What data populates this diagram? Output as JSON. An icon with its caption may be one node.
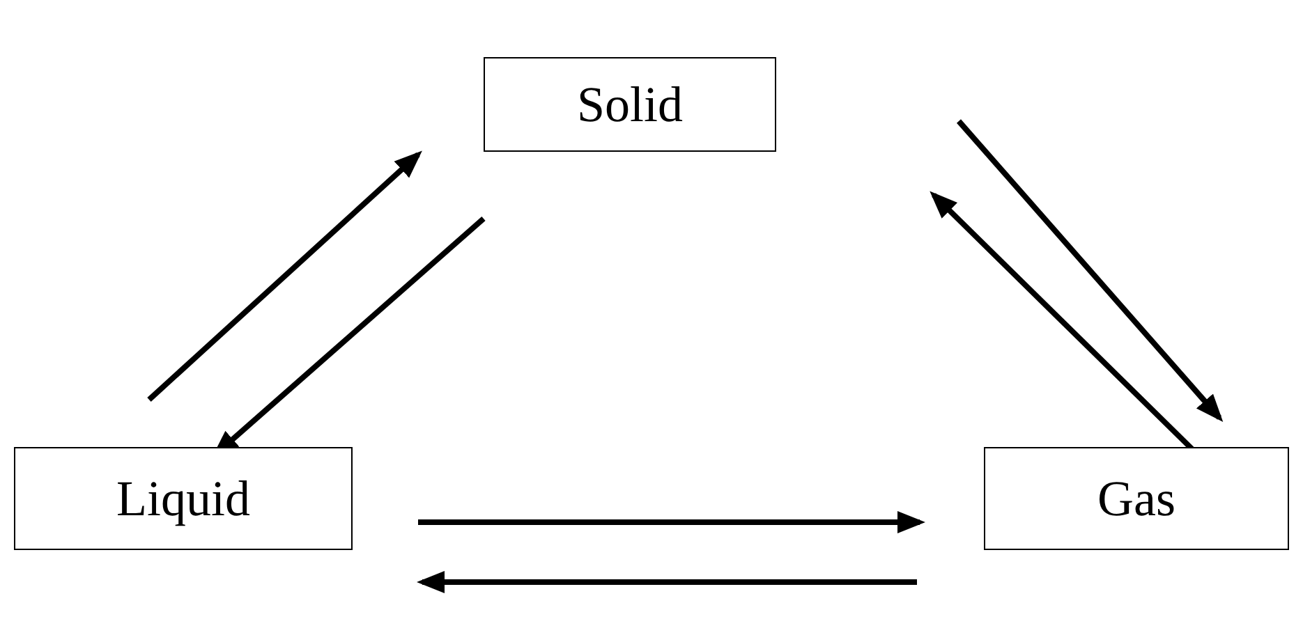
{
  "diagram": {
    "nodes": [
      {
        "text": [
          "Solid"
        ]
      },
      {
        "text": [
          "Liquid"
        ]
      },
      {
        "text": [
          "Gas"
        ]
      }
    ],
    "edges": [
      {
        "from": 1,
        "to": 0,
        "arrow": "to"
      },
      {
        "from": 0,
        "to": 1,
        "arrow": "to"
      },
      {
        "from": null,
        "to": 2,
        "arrow": "to"
      },
      {
        "from": 2,
        "to": null,
        "arrow": "to"
      },
      {
        "from": 1,
        "to": 2,
        "arrow": "to"
      },
      {
        "from": 2,
        "to": 1,
        "arrow": "to"
      }
    ]
  }
}
